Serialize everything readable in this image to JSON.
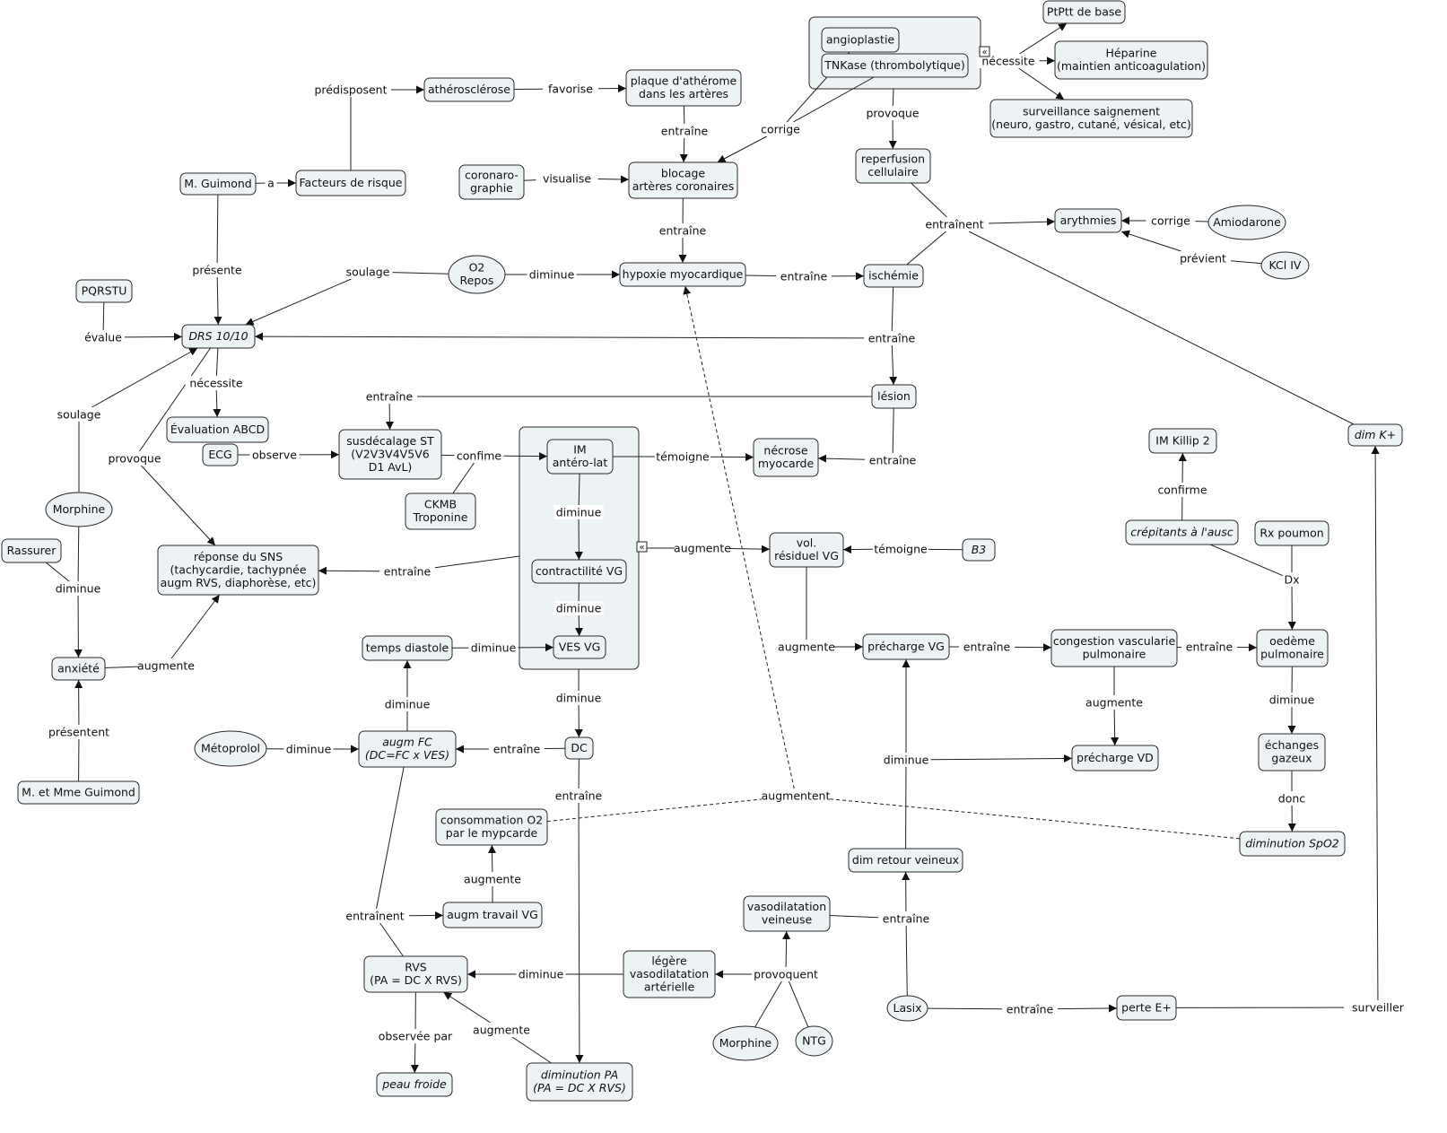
{
  "nodes": [
    {
      "id": "guimond",
      "lines": [
        "M. Guimond"
      ]
    },
    {
      "id": "facteurs",
      "lines": [
        "Facteurs de risque"
      ]
    },
    {
      "id": "athero",
      "lines": [
        "athérosclérose"
      ]
    },
    {
      "id": "plaque",
      "lines": [
        "plaque d'athérome",
        "dans les artères"
      ]
    },
    {
      "id": "blocage",
      "lines": [
        "blocage",
        "artères coronaires"
      ]
    },
    {
      "id": "corono",
      "lines": [
        "coronaro-",
        "graphie"
      ]
    },
    {
      "id": "angio",
      "lines": [
        "angioplastie"
      ]
    },
    {
      "id": "tnk",
      "lines": [
        "TNKase (thrombolytique)"
      ]
    },
    {
      "id": "ptptt",
      "lines": [
        "PtPtt de base"
      ]
    },
    {
      "id": "heparine",
      "lines": [
        "Héparine",
        "(maintien anticoagulation)"
      ]
    },
    {
      "id": "surv",
      "lines": [
        "surveillance saignement",
        "(neuro, gastro, cutané, vésical, etc)"
      ]
    },
    {
      "id": "reperf",
      "lines": [
        "reperfusion",
        "cellulaire"
      ]
    },
    {
      "id": "arythmies",
      "lines": [
        "arythmies"
      ]
    },
    {
      "id": "amio",
      "lines": [
        "Amiodarone"
      ]
    },
    {
      "id": "kcl",
      "lines": [
        "KCl IV"
      ]
    },
    {
      "id": "o2",
      "lines": [
        "O2",
        "Repos"
      ]
    },
    {
      "id": "hypoxie",
      "lines": [
        "hypoxie myocardique"
      ]
    },
    {
      "id": "ischemie",
      "lines": [
        "ischémie"
      ]
    },
    {
      "id": "pqrstu",
      "lines": [
        "PQRSTU"
      ]
    },
    {
      "id": "drs",
      "lines": [
        "DRS 10/10"
      ],
      "italic": true
    },
    {
      "id": "lesion",
      "lines": [
        "lésion"
      ]
    },
    {
      "id": "evalabcd",
      "lines": [
        "Évaluation ABCD"
      ]
    },
    {
      "id": "ecg",
      "lines": [
        "ECG"
      ]
    },
    {
      "id": "st",
      "lines": [
        "susdécalage ST",
        "(V2V3V4V5V6",
        "D1 AvL)"
      ]
    },
    {
      "id": "ckmb",
      "lines": [
        "CKMB",
        "Troponine"
      ]
    },
    {
      "id": "im",
      "lines": [
        "IM",
        "antéro-lat"
      ]
    },
    {
      "id": "necrose",
      "lines": [
        "nécrose",
        "myocarde"
      ]
    },
    {
      "id": "contract",
      "lines": [
        "contractilité VG"
      ]
    },
    {
      "id": "ves",
      "lines": [
        "VES VG"
      ]
    },
    {
      "id": "volres",
      "lines": [
        "vol.",
        "résiduel VG"
      ]
    },
    {
      "id": "b3",
      "lines": [
        "B3"
      ],
      "italic": true
    },
    {
      "id": "killip",
      "lines": [
        "IM Killip 2"
      ]
    },
    {
      "id": "dimk",
      "lines": [
        "dim K+"
      ],
      "italic": true
    },
    {
      "id": "crep",
      "lines": [
        "crépitants à l'ausc"
      ],
      "italic": true
    },
    {
      "id": "rx",
      "lines": [
        "Rx poumon"
      ]
    },
    {
      "id": "morphine1",
      "lines": [
        "Morphine"
      ]
    },
    {
      "id": "rassurer",
      "lines": [
        "Rassurer"
      ]
    },
    {
      "id": "sns",
      "lines": [
        "réponse du SNS",
        "(tachycardie, tachypnée",
        "augm RVS, diaphorèse, etc)"
      ]
    },
    {
      "id": "anxiete",
      "lines": [
        "anxiété"
      ]
    },
    {
      "id": "mmme",
      "lines": [
        "M. et Mme Guimond"
      ]
    },
    {
      "id": "tdiast",
      "lines": [
        "temps diastole"
      ]
    },
    {
      "id": "precharge",
      "lines": [
        "précharge VG"
      ]
    },
    {
      "id": "congestion",
      "lines": [
        "congestion vascularie",
        "pulmonaire"
      ]
    },
    {
      "id": "oedeme",
      "lines": [
        "oedème",
        "pulmonaire"
      ]
    },
    {
      "id": "metoprolol",
      "lines": [
        "Métoprolol"
      ]
    },
    {
      "id": "augmfc",
      "lines": [
        "augm FC",
        "(DC=FC x VES)"
      ],
      "italic": true
    },
    {
      "id": "dc",
      "lines": [
        "DC"
      ]
    },
    {
      "id": "prechvd",
      "lines": [
        "précharge VD"
      ]
    },
    {
      "id": "echanges",
      "lines": [
        "échanges",
        "gazeux"
      ]
    },
    {
      "id": "conso",
      "lines": [
        "consommation O2",
        "par le mypcarde"
      ]
    },
    {
      "id": "dimspo2",
      "lines": [
        "diminution SpO2"
      ],
      "italic": true
    },
    {
      "id": "dimretour",
      "lines": [
        "dim retour veineux"
      ]
    },
    {
      "id": "travail",
      "lines": [
        "augm travail VG"
      ]
    },
    {
      "id": "vasov",
      "lines": [
        "vasodilatation",
        "veineuse"
      ]
    },
    {
      "id": "rvs",
      "lines": [
        "RVS",
        "(PA = DC X RVS)"
      ]
    },
    {
      "id": "vasoa",
      "lines": [
        "légère",
        "vasodilatation",
        "artérielle"
      ]
    },
    {
      "id": "lasix",
      "lines": [
        "Lasix"
      ]
    },
    {
      "id": "pertee",
      "lines": [
        "perte E+"
      ]
    },
    {
      "id": "morphine2",
      "lines": [
        "Morphine"
      ]
    },
    {
      "id": "ntg",
      "lines": [
        "NTG"
      ]
    },
    {
      "id": "peau",
      "lines": [
        "peau froide"
      ],
      "italic": true
    },
    {
      "id": "dimpa",
      "lines": [
        "diminution PA",
        "(PA = DC X RVS)"
      ],
      "italic": true
    }
  ],
  "linking_phrases": [
    {
      "id": "l_predisposent",
      "text": "prédisposent"
    },
    {
      "id": "l_favorise",
      "text": "favorise"
    },
    {
      "id": "l_a",
      "text": "a"
    },
    {
      "id": "l_entraine_plaque",
      "text": "entraîne"
    },
    {
      "id": "l_visualise",
      "text": "visualise"
    },
    {
      "id": "l_corrige_tnk",
      "text": "corrige"
    },
    {
      "id": "l_necessite_tnk",
      "text": "nécessite"
    },
    {
      "id": "l_provoque_tnk",
      "text": "provoque"
    },
    {
      "id": "l_entrainent_reperf",
      "text": "entraînent"
    },
    {
      "id": "l_corrige_amio",
      "text": "corrige"
    },
    {
      "id": "l_previent",
      "text": "prévient"
    },
    {
      "id": "l_entraine_blocage",
      "text": "entraîne"
    },
    {
      "id": "l_soulage_o2",
      "text": "soulage"
    },
    {
      "id": "l_diminue_o2",
      "text": "diminue"
    },
    {
      "id": "l_entraine_hypoxie",
      "text": "entraîne"
    },
    {
      "id": "l_presente",
      "text": "présente"
    },
    {
      "id": "l_evalue",
      "text": "évalue"
    },
    {
      "id": "l_entraine_isch",
      "text": "entraîne"
    },
    {
      "id": "l_necessite_drs",
      "text": "nécessite"
    },
    {
      "id": "l_entraine_lesion",
      "text": "entraîne"
    },
    {
      "id": "l_entraine_lesion2",
      "text": "entraîne"
    },
    {
      "id": "l_soulage_morph",
      "text": "soulage"
    },
    {
      "id": "l_provoque_drs",
      "text": "provoque"
    },
    {
      "id": "l_observe",
      "text": "observe"
    },
    {
      "id": "l_confime",
      "text": "confime"
    },
    {
      "id": "l_temoigne_im",
      "text": "témoigne"
    },
    {
      "id": "l_diminue_im",
      "text": "diminue"
    },
    {
      "id": "l_augmente_group",
      "text": "augmente"
    },
    {
      "id": "l_temoigne_b3",
      "text": "témoigne"
    },
    {
      "id": "l_entraine_group",
      "text": "entraîne"
    },
    {
      "id": "l_diminue_anx",
      "text": "diminue"
    },
    {
      "id": "l_diminue_contract",
      "text": "diminue"
    },
    {
      "id": "l_diminue_tdiast",
      "text": "diminue"
    },
    {
      "id": "l_augmente_volres",
      "text": "augmente"
    },
    {
      "id": "l_entraine_prech",
      "text": "entraîne"
    },
    {
      "id": "l_entraine_cong",
      "text": "entraîne"
    },
    {
      "id": "l_augmente_anx",
      "text": "augmente"
    },
    {
      "id": "l_confirme",
      "text": "confirme"
    },
    {
      "id": "l_dx",
      "text": "Dx"
    },
    {
      "id": "l_presentent",
      "text": "présentent"
    },
    {
      "id": "l_diminue_fc",
      "text": "diminue"
    },
    {
      "id": "l_diminue_group",
      "text": "diminue"
    },
    {
      "id": "l_diminue_metop",
      "text": "diminue"
    },
    {
      "id": "l_entraine_dc",
      "text": "entraîne"
    },
    {
      "id": "l_augmente_cong",
      "text": "augmente"
    },
    {
      "id": "l_diminue_oed",
      "text": "diminue"
    },
    {
      "id": "l_diminue_ret",
      "text": "diminue"
    },
    {
      "id": "l_entraine_dc2",
      "text": "entraîne"
    },
    {
      "id": "l_augmentent",
      "text": "augmentent"
    },
    {
      "id": "l_donc",
      "text": "donc"
    },
    {
      "id": "l_augmente_trav",
      "text": "augmente"
    },
    {
      "id": "l_entraine_lasix",
      "text": "entraîne"
    },
    {
      "id": "l_entrainent_fc",
      "text": "entraînent"
    },
    {
      "id": "l_diminue_vasoa",
      "text": "diminue"
    },
    {
      "id": "l_provoquent",
      "text": "provoquent"
    },
    {
      "id": "l_augmente_dimpa",
      "text": "augmente"
    },
    {
      "id": "l_observee",
      "text": "observée par"
    },
    {
      "id": "l_entraine_lasix2",
      "text": "entraîne"
    },
    {
      "id": "l_surveiller",
      "text": "surveiller"
    }
  ]
}
